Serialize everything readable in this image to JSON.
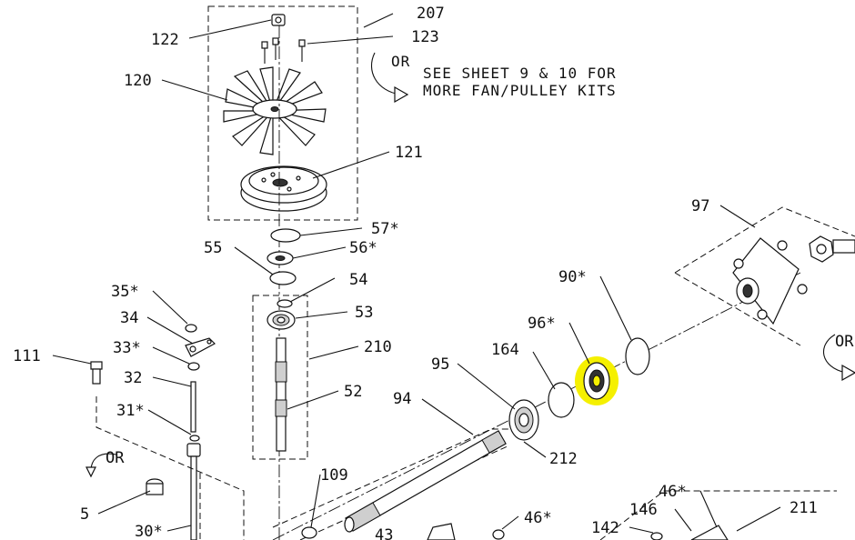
{
  "note": {
    "or": "OR",
    "line1": "SEE SHEET 9 & 10 FOR",
    "line2": "MORE FAN/PULLEY KITS"
  },
  "or_marks": [
    "OR",
    "OR",
    "OR"
  ],
  "highlight_color": "#f5f000",
  "callouts": [
    "207",
    "122",
    "123",
    "120",
    "121",
    "57*",
    "55",
    "56*",
    "54",
    "53",
    "210",
    "52",
    "35*",
    "34",
    "33*",
    "32",
    "111",
    "31*",
    "5",
    "30*",
    "109",
    "43",
    "46*",
    "94",
    "95",
    "164",
    "96*",
    "90*",
    "97",
    "212",
    "46*",
    "146",
    "142",
    "211"
  ]
}
